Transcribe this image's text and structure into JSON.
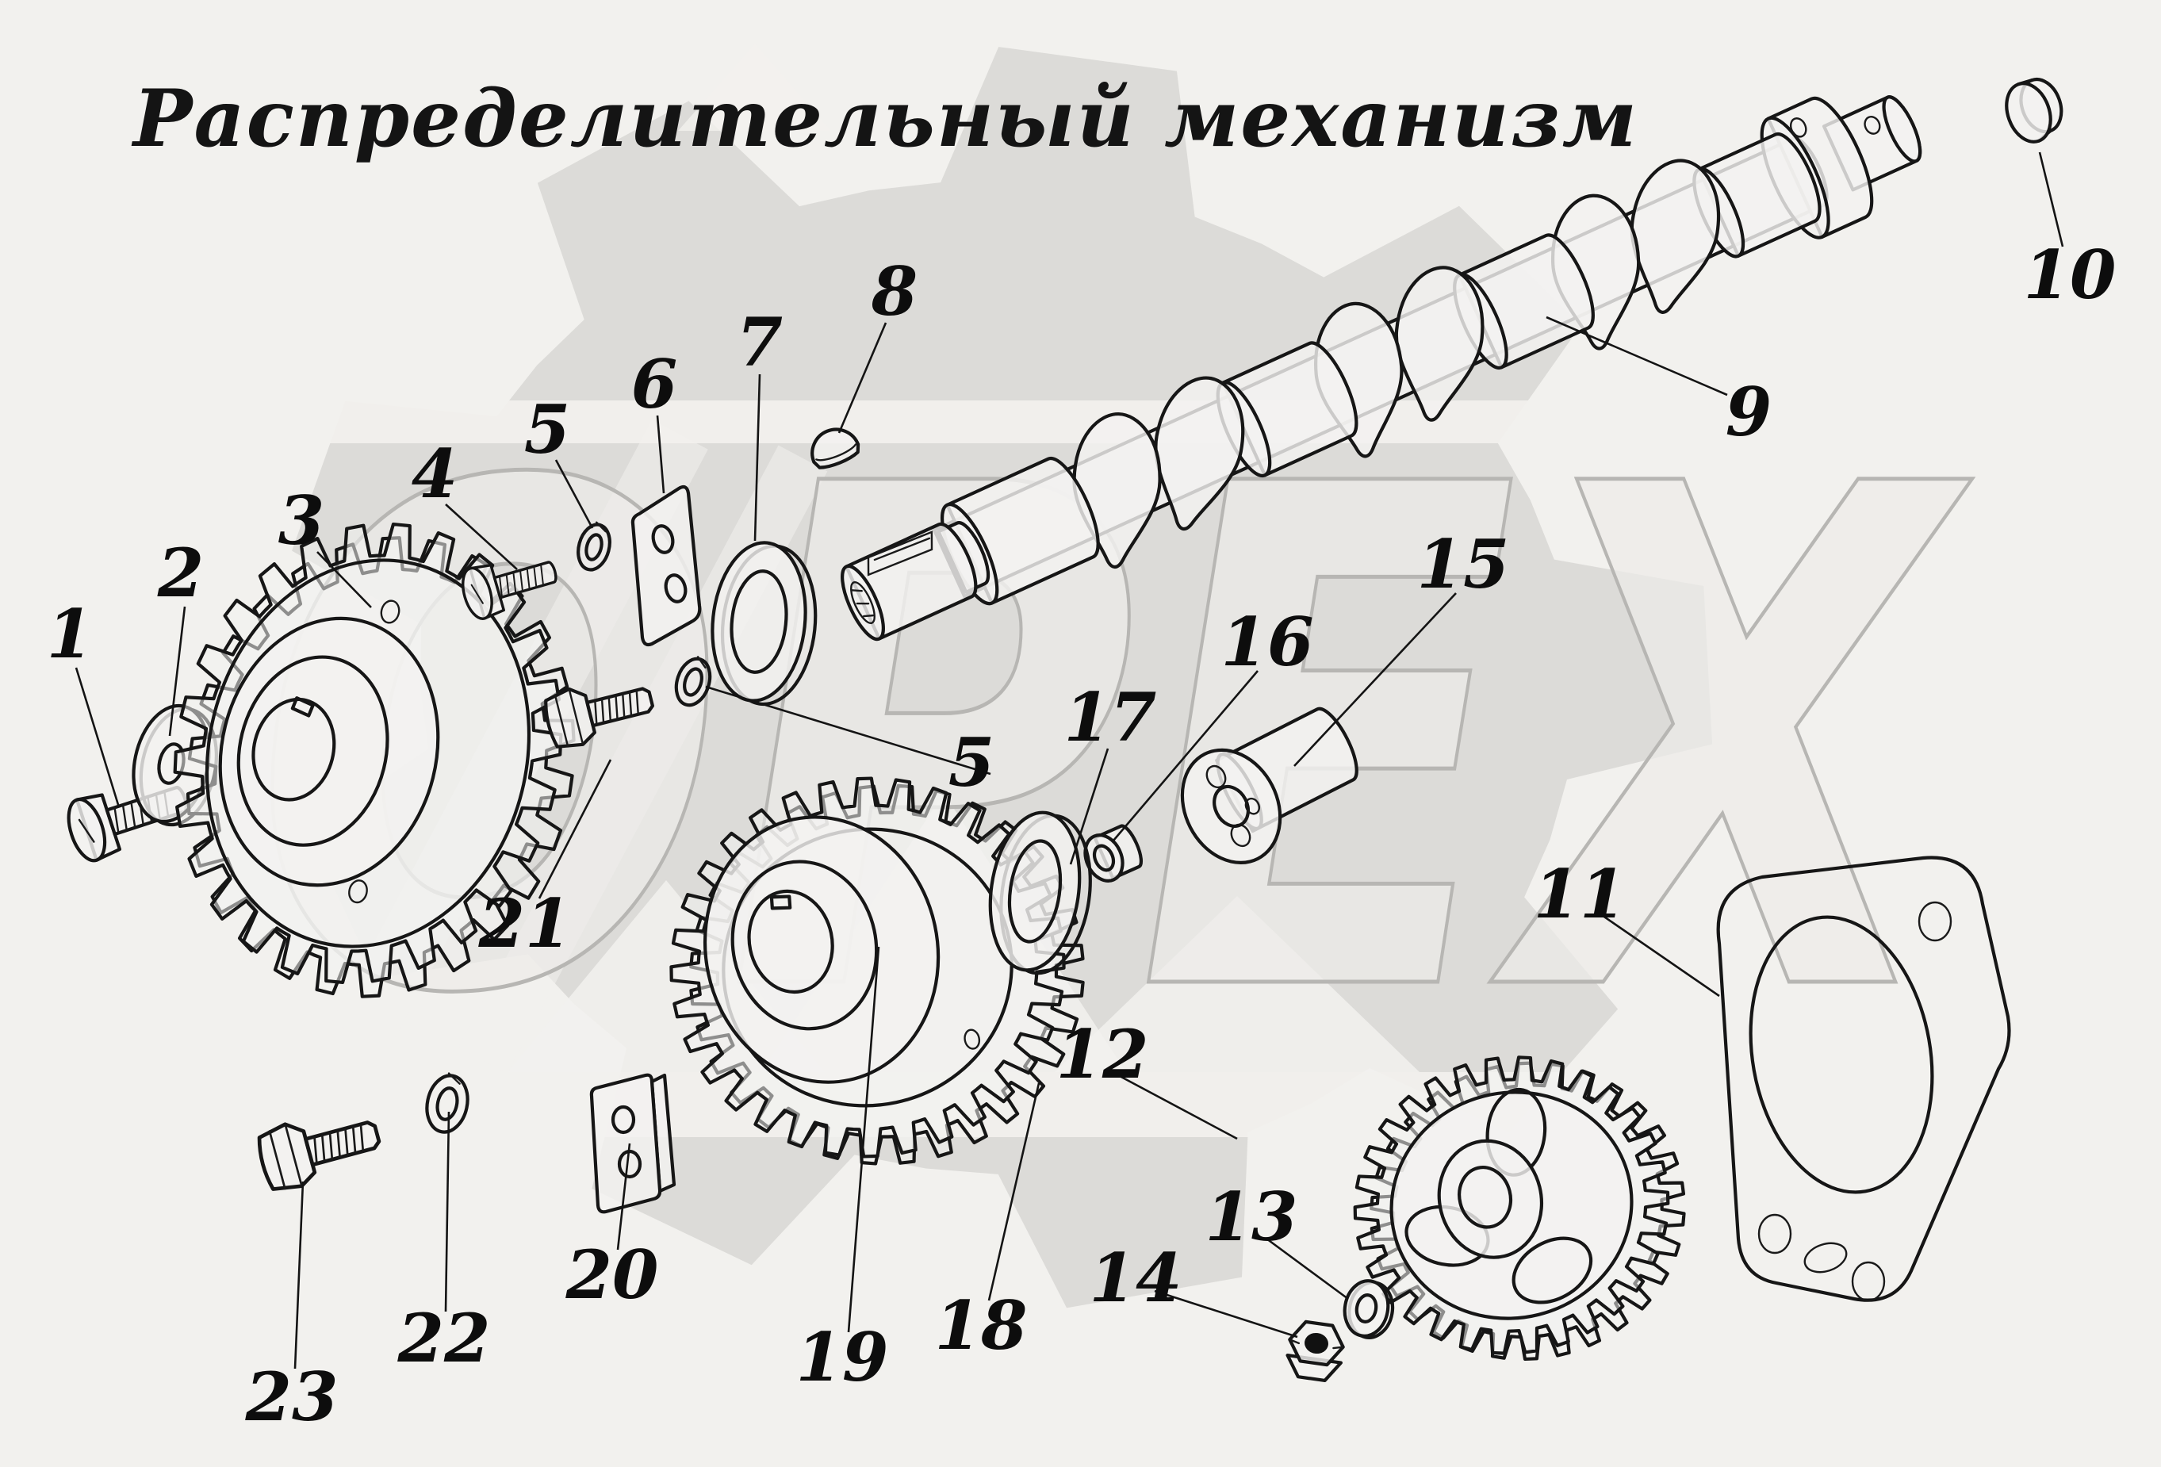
{
  "title": "Распределительный механизм",
  "watermark": {
    "text": "ОРЕХ"
  },
  "callouts": [
    {
      "n": "1"
    },
    {
      "n": "2"
    },
    {
      "n": "3"
    },
    {
      "n": "4"
    },
    {
      "n": "5"
    },
    {
      "n": "6"
    },
    {
      "n": "7"
    },
    {
      "n": "8"
    },
    {
      "n": "9"
    },
    {
      "n": "10"
    },
    {
      "n": "11"
    },
    {
      "n": "12"
    },
    {
      "n": "13"
    },
    {
      "n": "14"
    },
    {
      "n": "15"
    },
    {
      "n": "16"
    },
    {
      "n": "17"
    },
    {
      "n": "18"
    },
    {
      "n": "19"
    },
    {
      "n": "20"
    },
    {
      "n": "21"
    },
    {
      "n": "5"
    },
    {
      "n": "22"
    },
    {
      "n": "23"
    }
  ]
}
